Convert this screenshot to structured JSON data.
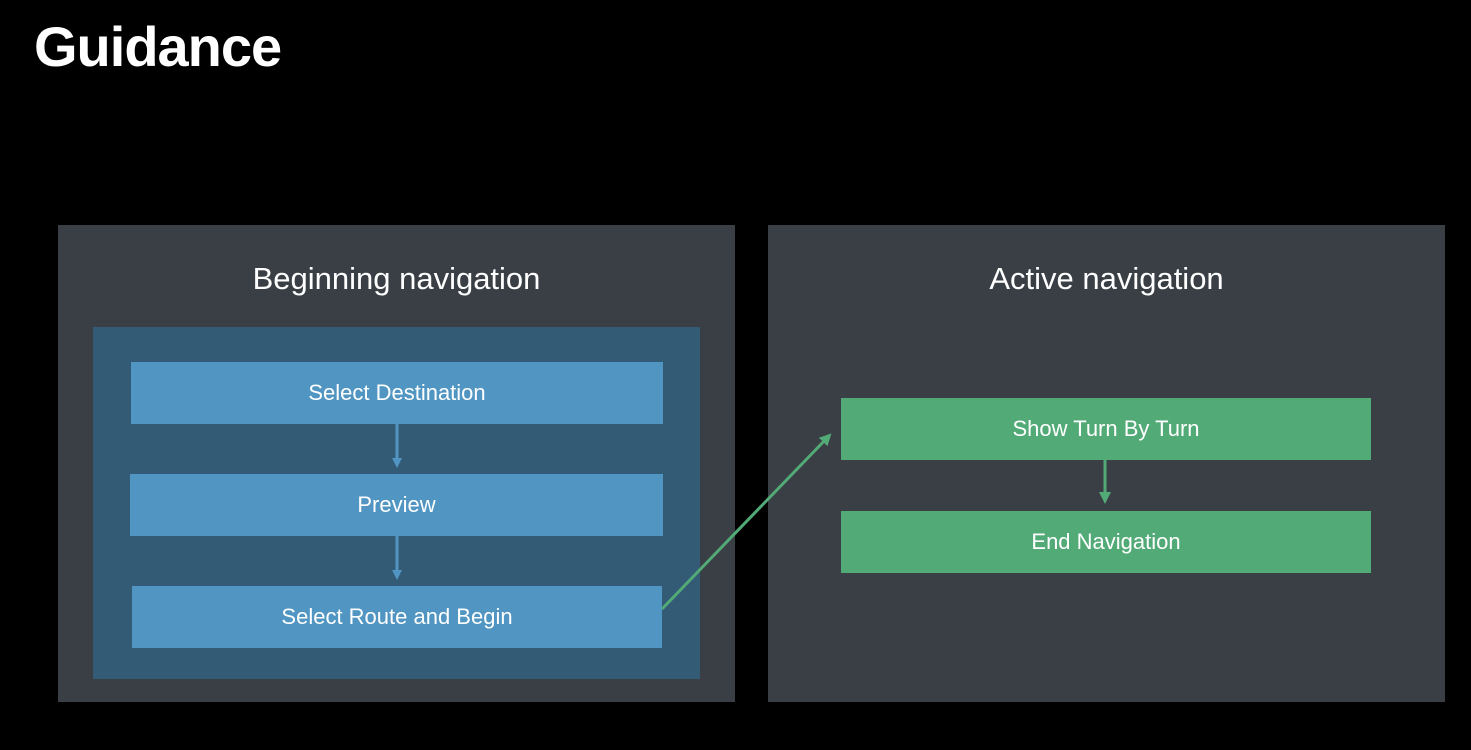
{
  "page": {
    "title": "Guidance"
  },
  "panels": {
    "beginning": {
      "heading": "Beginning navigation",
      "steps": [
        "Select Destination",
        "Preview",
        "Select Route and Begin"
      ]
    },
    "active": {
      "heading": "Active navigation",
      "steps": [
        "Show Turn By Turn",
        "End Navigation"
      ]
    }
  },
  "colors": {
    "background": "#000000",
    "panel": "#393f45",
    "inner_panel": "#335b75",
    "blue_step": "#5195c2",
    "green_step": "#52aa77"
  }
}
